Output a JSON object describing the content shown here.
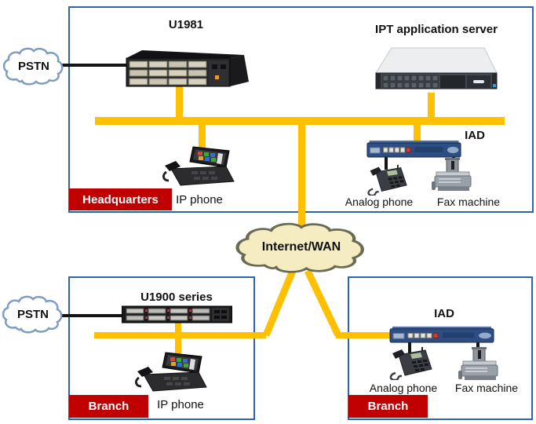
{
  "hq": {
    "badge": "Headquarters",
    "pbx_label": "U1981",
    "server_label": "IPT application server",
    "iad_label": "IAD",
    "ip_phone_label": "IP phone",
    "analog_phone_label": "Analog phone",
    "fax_label": "Fax machine"
  },
  "wan": {
    "label": "Internet/WAN"
  },
  "pstn_hq": {
    "label": "PSTN"
  },
  "pstn_branch": {
    "label": "PSTN"
  },
  "branch1": {
    "badge": "Branch",
    "pbx_label": "U1900 series",
    "ip_phone_label": "IP phone"
  },
  "branch2": {
    "badge": "Branch",
    "iad_label": "IAD",
    "analog_phone_label": "Analog phone",
    "fax_label": "Fax machine"
  },
  "colors": {
    "connection_yellow": "#FFC000",
    "pstn_link_black": "#141414",
    "zone_border_blue": "#2E64AE",
    "badge_red": "#C00000",
    "wan_cloud_fill": "#F5ECC2",
    "wan_cloud_border": "#6B6B55",
    "pstn_cloud_fill": "#FFFFFF",
    "pstn_cloud_border": "#7E9CC0"
  },
  "icons": {
    "pstn_cloud": "cloud-shape",
    "wan_cloud": "cloud-shape",
    "u1981": "rack-chassis-device",
    "ipt_server": "rack-server-device",
    "u1900": "rack-chassis-device",
    "iad": "access-gateway-box",
    "ip_phone": "desk-ip-phone",
    "analog_phone": "desk-analog-phone",
    "fax": "fax-machine"
  }
}
